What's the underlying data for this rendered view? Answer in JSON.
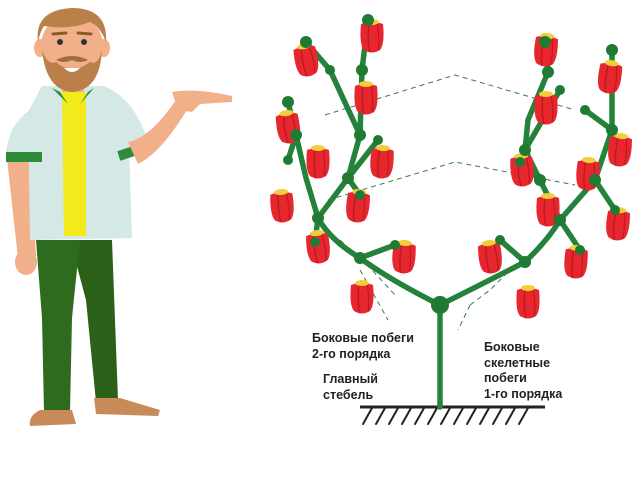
{
  "labels": {
    "side_shoots_2nd": [
      "Боковые побеги",
      "2-го порядка"
    ],
    "main_stem": [
      "Главный",
      "стебель"
    ],
    "skeletal_shoots_1st": [
      "Боковые",
      "скелетные",
      "побеги",
      "1-го порядка"
    ]
  },
  "colors": {
    "stem": "#24823a",
    "node": "#1f7a33",
    "pepper": "#e8262e",
    "pepper_dark": "#b71c22",
    "pepper_cap": "#f0cf3a",
    "ground": "#222222",
    "guide_line": "#3a7a4a",
    "skin": "#f2b08a",
    "hair": "#b9804a",
    "shirt": "#d4e8e6",
    "tshirt": "#f2ea1b",
    "pants": "#2e6b1e",
    "shoes": "#c98a5a",
    "sleeve_cuff": "#2e8b3a"
  },
  "icons": {
    "person": "gardener-pointing-icon",
    "plant": "pepper-plant-icon",
    "fruit": "red-pepper-icon",
    "ground": "ground-hatch-icon"
  }
}
